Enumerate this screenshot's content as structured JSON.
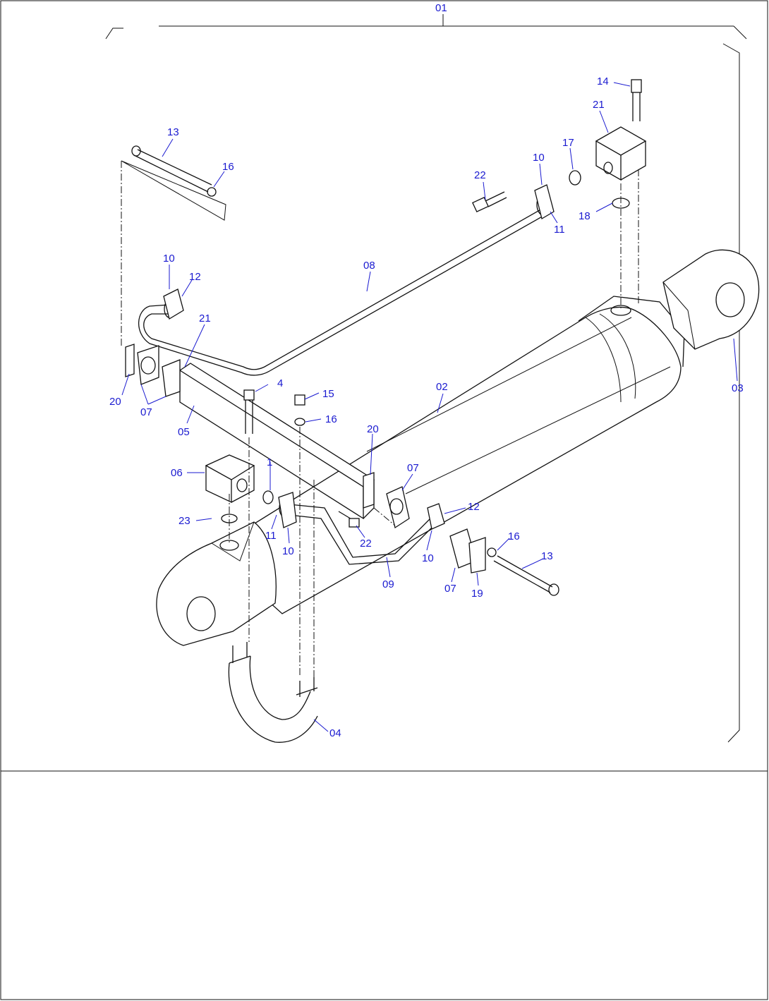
{
  "diagram": {
    "labels": {
      "l01": "01",
      "l02": "02",
      "l03": "03",
      "l04": "04",
      "l05": "05",
      "l06": "06",
      "l07a": "07",
      "l07b": "07",
      "l07c": "07",
      "l08": "08",
      "l09": "09",
      "l10a": "10",
      "l10b": "10",
      "l10c": "10",
      "l10d": "10",
      "l11a": "11",
      "l11b": "11",
      "l12a": "12",
      "l12b": "12",
      "l13a": "13",
      "l13b": "13",
      "l14": "14",
      "l15": "15",
      "l16a": "16",
      "l16b": "16",
      "l16c": "16",
      "l17": "17",
      "l18": "18",
      "l19": "19",
      "l20a": "20",
      "l20b": "20",
      "l21a": "21",
      "l21b": "21",
      "l22a": "22",
      "l22b": "22",
      "l23": "23",
      "l1": "1",
      "l4": "4"
    }
  }
}
